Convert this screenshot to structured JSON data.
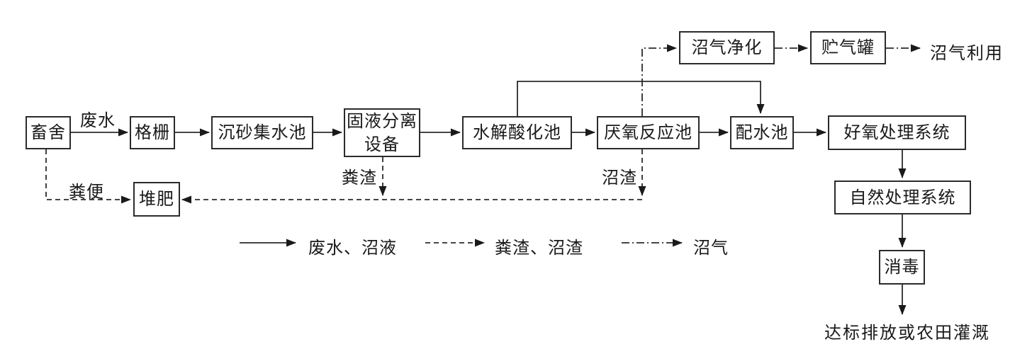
{
  "diagram": {
    "title": "livestock-wastewater-treatment-flowchart",
    "nodes": {
      "livestock_house": {
        "label": "畜舍"
      },
      "screen": {
        "label": "格栅"
      },
      "grit_collection_tank": {
        "label": "沉砂集水池"
      },
      "solid_liquid_separator": {
        "label": "固液分离设备"
      },
      "hydrolysis_acidification_tank": {
        "label": "水解酸化池"
      },
      "anaerobic_reactor": {
        "label": "厌氧反应池"
      },
      "water_distribution_tank": {
        "label": "配水池"
      },
      "aerobic_treatment_system": {
        "label": "好氧处理系统"
      },
      "biogas_purification": {
        "label": "沼气净化"
      },
      "gas_storage_tank": {
        "label": "贮气罐"
      },
      "composting": {
        "label": "堆肥"
      },
      "natural_treatment_system": {
        "label": "自然处理系统"
      },
      "disinfection": {
        "label": "消毒"
      }
    },
    "terminals": {
      "biogas_utilization": {
        "label": "沼气利用"
      },
      "discharge_or_irrigation": {
        "label": "达标排放或农田灌溉"
      }
    },
    "edge_labels": {
      "wastewater": "废水",
      "manure": "粪便",
      "manure_residue": "粪渣",
      "biogas_residue": "沼渣"
    },
    "legend": {
      "items": [
        {
          "style": "solid",
          "label": "废水、沼液"
        },
        {
          "style": "dashed",
          "label": "粪渣、沼渣"
        },
        {
          "style": "dashdot",
          "label": "沼气"
        }
      ]
    },
    "colors": {
      "line": "#2b2b2b",
      "text": "#1a1a1a",
      "background": "#ffffff"
    }
  }
}
